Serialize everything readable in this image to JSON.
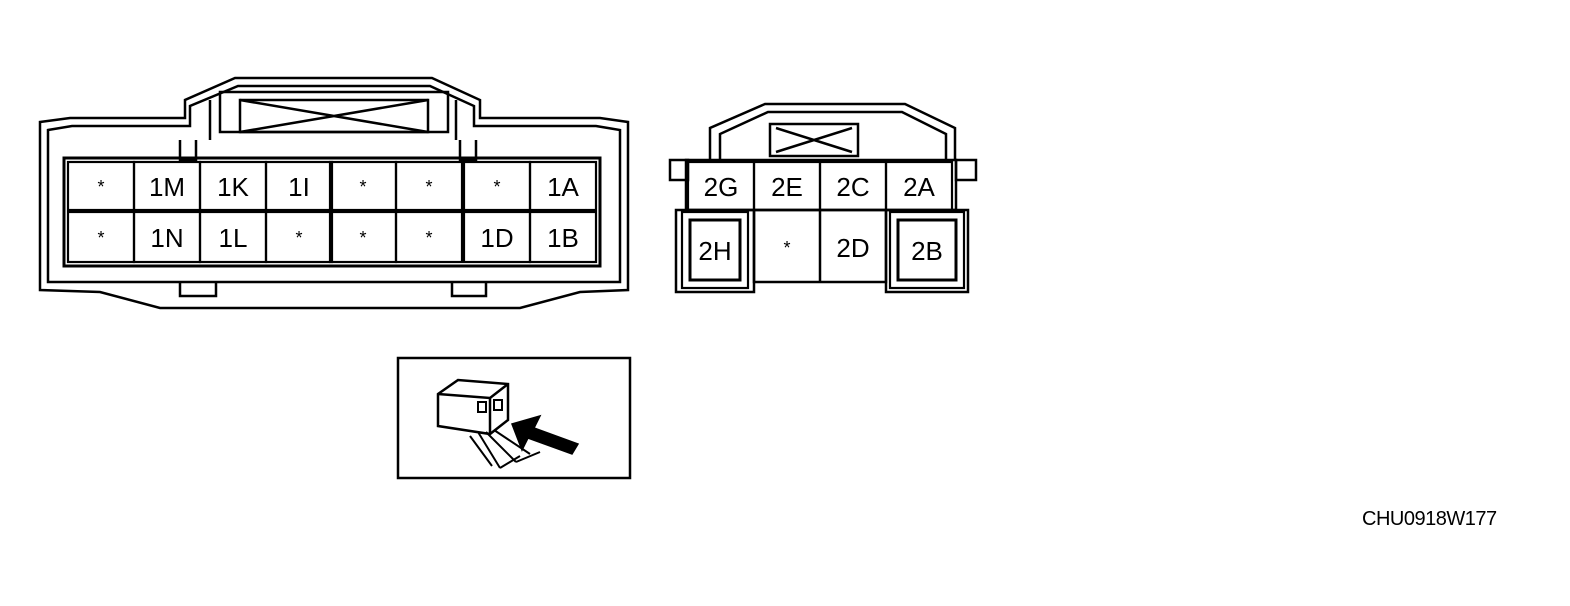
{
  "connector_1": {
    "row_top": [
      "*",
      "1M",
      "1K",
      "1I",
      "*",
      "*",
      "*",
      "1A"
    ],
    "row_bottom": [
      "*",
      "1N",
      "1L",
      "*",
      "*",
      "*",
      "1D",
      "1B"
    ]
  },
  "connector_2": {
    "row_top": [
      "2G",
      "2E",
      "2C",
      "2A"
    ],
    "row_bottom": [
      "2H",
      "*",
      "2D",
      "2B"
    ]
  },
  "diagram_code": "CHU0918W177",
  "icons": {
    "connector_view": "connector-terminal-view-icon",
    "view_arrow": "arrow-icon"
  }
}
